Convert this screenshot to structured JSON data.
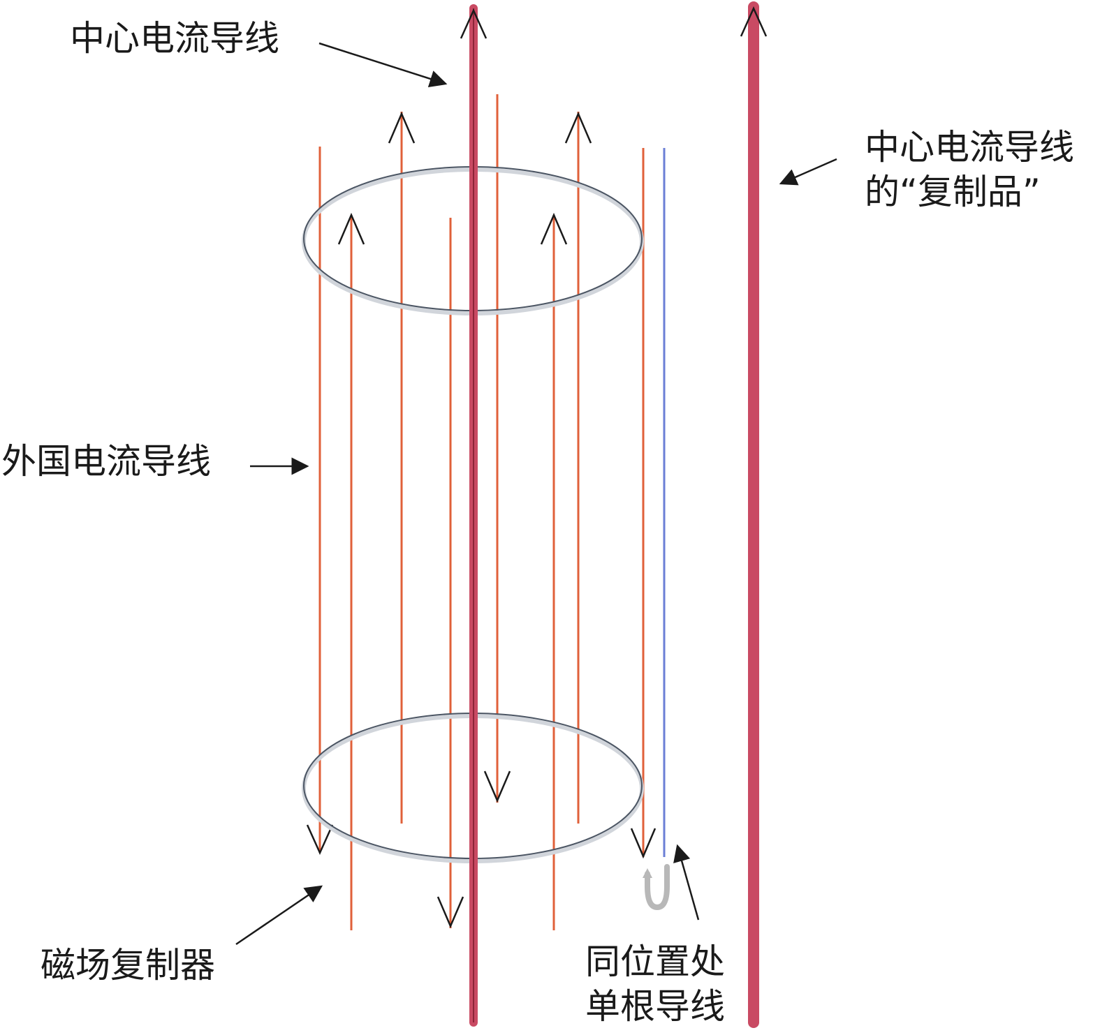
{
  "labels": {
    "center_wire": "中心电流导线",
    "replica_line1": "中心电流导线",
    "replica_line2": "的“复制品”",
    "outer_wires": "外国电流导线",
    "replicator": "磁场复制器",
    "single_line1": "同位置处",
    "single_line2": "单根导线"
  },
  "colors": {
    "center_wire": "#c94a63",
    "center_glow": "#f2c4cc",
    "outer_wire": "#e0603a",
    "outer_glow": "#fbd3c2",
    "single_wire": "#6b7fd6",
    "single_glow": "#d4dcf7",
    "loop": "#4b5563",
    "loop_shadow": "#d1d5db",
    "arrow": "#1a1a1a",
    "return_arc": "#b8b8b8"
  },
  "icons": {
    "up_arrow": "chevron-up-arrowhead",
    "down_arrow": "chevron-down-arrowhead"
  }
}
